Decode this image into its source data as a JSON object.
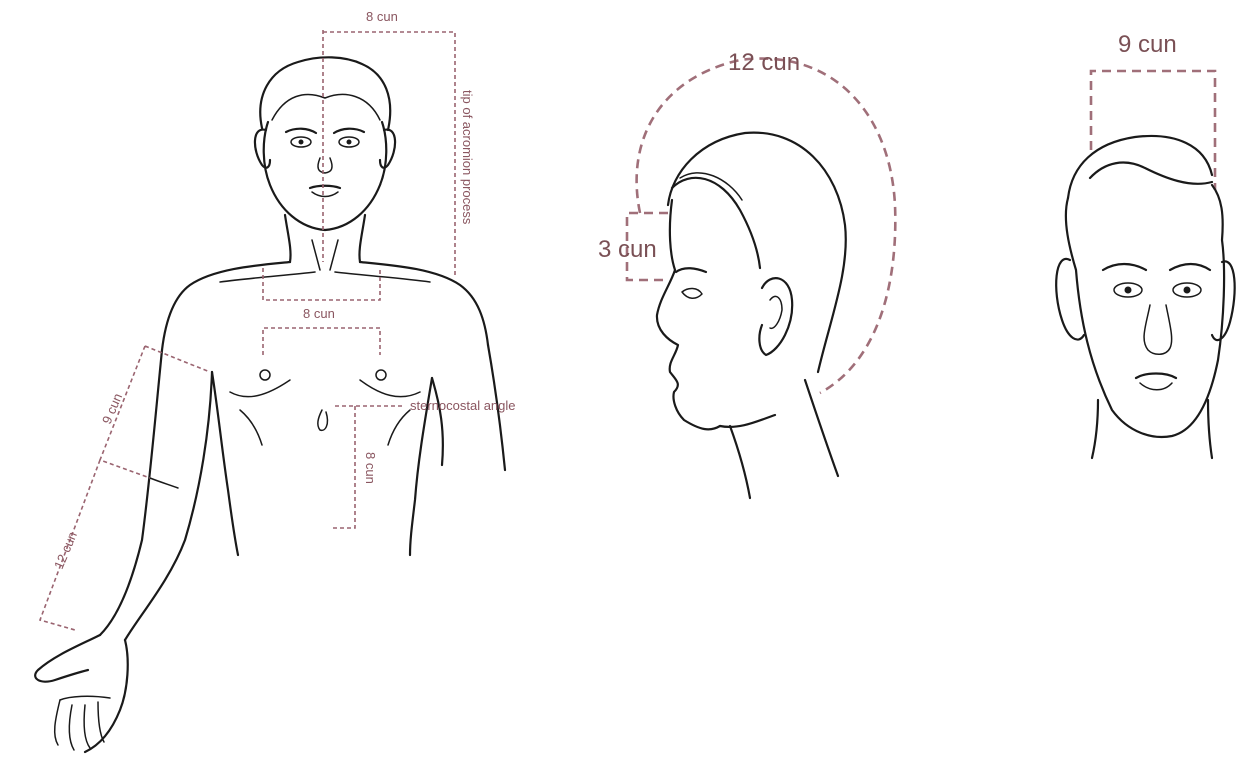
{
  "labels": {
    "shoulder_width": "8 cun",
    "acromion": "tip of acromion process",
    "nipples": "8 cun",
    "sternocostal": "sternocostal angle",
    "sternum_down": "8 cun",
    "upper_arm": "9 cun",
    "forearm": "12 cun",
    "head_arc": "12 cun",
    "forehead": "3 cun",
    "front_head": "9 cun"
  },
  "colors": {
    "measure_line": "#9a6470",
    "label_text": "#8a5660",
    "line_art": "#1a1a1a"
  }
}
